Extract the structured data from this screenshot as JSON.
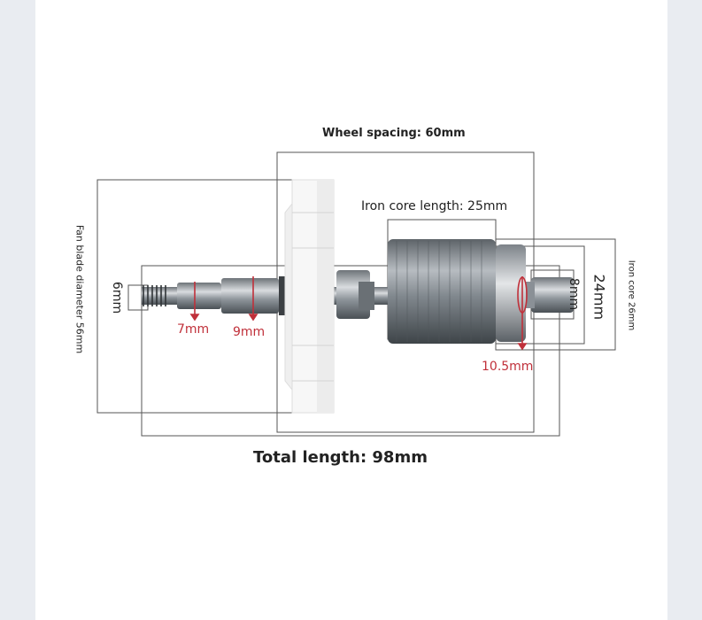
{
  "labels": {
    "wheel_spacing": "Wheel spacing: 60mm",
    "iron_core_length": "Iron core length: 25mm",
    "fan_blade_diameter": "Fan blade diameter 56mm",
    "shaft_end": "6mm",
    "shaft_7": "7mm",
    "shaft_9": "9mm",
    "shaft_10_5": "10.5mm",
    "shaft_8": "8mm",
    "core_24": "24mm",
    "iron_core_26": "Iron core 26mm",
    "total_length": "Total length: 98mm"
  },
  "colors": {
    "dimension_line": "#555555",
    "red_marker": "#c0303a",
    "fan_white": "#f7f7f7",
    "steel": "#9aa0a6"
  }
}
